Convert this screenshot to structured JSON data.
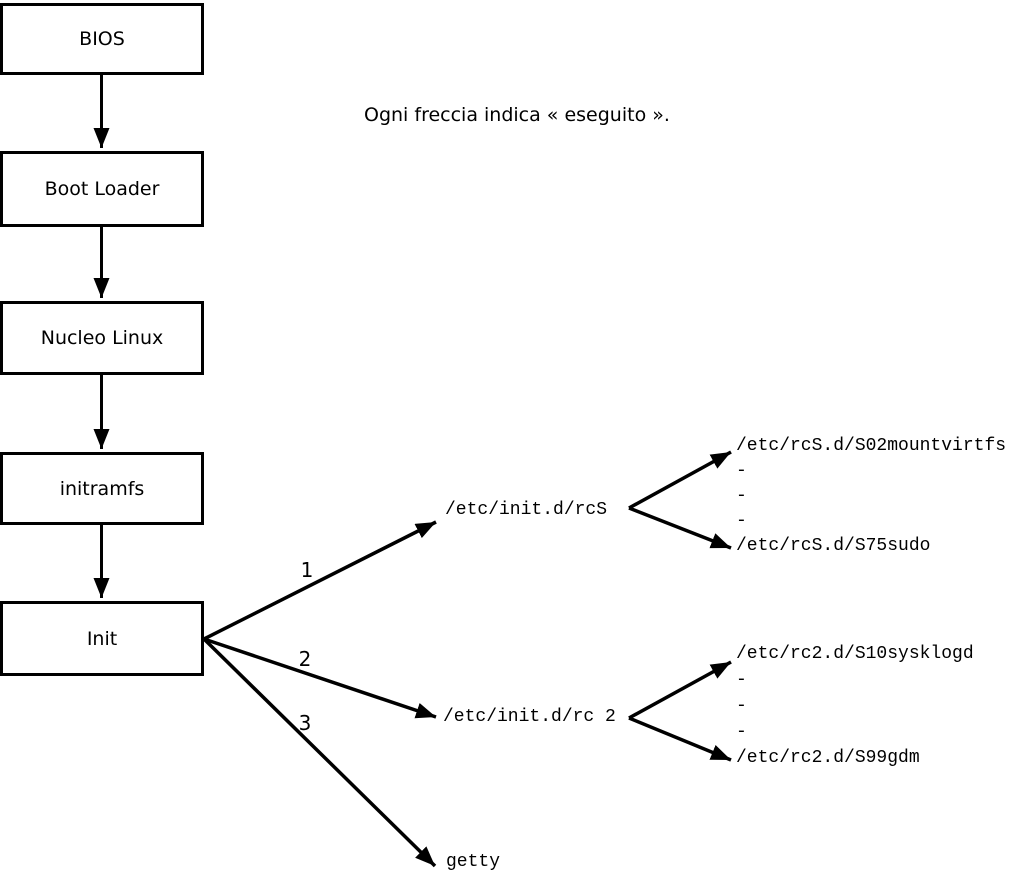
{
  "caption": "Ogni freccia indica « eseguito ».",
  "nodes": [
    {
      "label": "BIOS"
    },
    {
      "label": "Boot Loader"
    },
    {
      "label": "Nucleo Linux"
    },
    {
      "label": "initramfs"
    },
    {
      "label": "Init"
    }
  ],
  "edge_labels": [
    "1",
    "2",
    "3"
  ],
  "targets": {
    "rcS": {
      "label": "/etc/init.d/rcS",
      "entries": [
        "/etc/rcS.d/S02mountvirtfs",
        "-",
        "-",
        "-",
        "/etc/rcS.d/S75sudo"
      ]
    },
    "rc2": {
      "label": "/etc/init.d/rc 2",
      "entries": [
        "/etc/rc2.d/S10sysklogd",
        "-",
        "-",
        "-",
        "/etc/rc2.d/S99gdm"
      ]
    },
    "getty": {
      "label": "getty"
    }
  },
  "colors": {
    "line": "#000000",
    "background": "#ffffff"
  }
}
